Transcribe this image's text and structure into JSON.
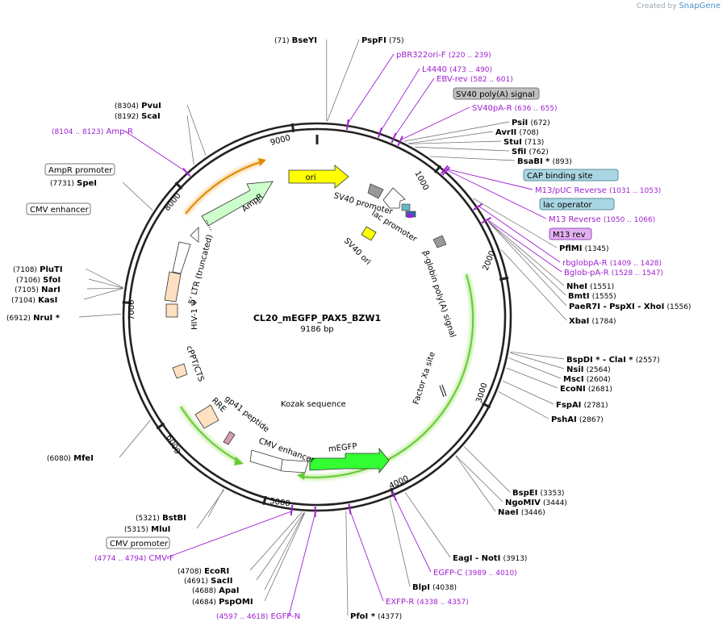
{
  "credit": {
    "prefix": "Created by",
    "brand": "SnapGene"
  },
  "map": {
    "name": "CL20_mEGFP_PAX5_BZW1",
    "length_label": "9186 bp",
    "length_bp": 9186,
    "ticks": [
      {
        "bp": 1000,
        "label": "1000"
      },
      {
        "bp": 2000,
        "label": "2000"
      },
      {
        "bp": 3000,
        "label": "3000"
      },
      {
        "bp": 4000,
        "label": "4000"
      },
      {
        "bp": 5000,
        "label": "5000"
      },
      {
        "bp": 6000,
        "label": "6000"
      },
      {
        "bp": 7000,
        "label": "7000"
      },
      {
        "bp": 8000,
        "label": "8000"
      },
      {
        "bp": 9000,
        "label": "9000"
      }
    ],
    "enzymes": [
      {
        "name": "BseYI",
        "pos": "(71)",
        "bp": 71
      },
      {
        "name": "PspFI",
        "pos": "(75)",
        "bp": 75
      },
      {
        "name": "PsiI",
        "pos": "(672)",
        "bp": 672
      },
      {
        "name": "AvrII",
        "pos": "(708)",
        "bp": 708
      },
      {
        "name": "StuI",
        "pos": "(713)",
        "bp": 713
      },
      {
        "name": "SfiI",
        "pos": "(762)",
        "bp": 762
      },
      {
        "name": "BsaBI *",
        "pos": "(893)",
        "bp": 893
      },
      {
        "name": "PflMI",
        "pos": "(1345)",
        "bp": 1345
      },
      {
        "name": "NheI",
        "pos": "(1551)",
        "bp": 1551
      },
      {
        "name": "BmtI",
        "pos": "(1555)",
        "bp": 1555
      },
      {
        "name": "PaeR7I - PspXI - XhoI",
        "pos": "(1556)",
        "bp": 1556
      },
      {
        "name": "XbaI",
        "pos": "(1784)",
        "bp": 1784
      },
      {
        "name": "BspDI * - ClaI *",
        "pos": "(2557)",
        "bp": 2557
      },
      {
        "name": "NsiI",
        "pos": "(2564)",
        "bp": 2564
      },
      {
        "name": "MscI",
        "pos": "(2604)",
        "bp": 2604
      },
      {
        "name": "EcoNI",
        "pos": "(2681)",
        "bp": 2681
      },
      {
        "name": "FspAI",
        "pos": "(2781)",
        "bp": 2781
      },
      {
        "name": "PshAI",
        "pos": "(2867)",
        "bp": 2867
      },
      {
        "name": "BspEI",
        "pos": "(3353)",
        "bp": 3353
      },
      {
        "name": "NgoMIV",
        "pos": "(3444)",
        "bp": 3444
      },
      {
        "name": "NaeI",
        "pos": "(3446)",
        "bp": 3446
      },
      {
        "name": "EagI - NotI",
        "pos": "(3913)",
        "bp": 3913
      },
      {
        "name": "BlpI",
        "pos": "(4038)",
        "bp": 4038
      },
      {
        "name": "PfoI *",
        "pos": "(4377)",
        "bp": 4377
      },
      {
        "name": "PspOMI",
        "pos": "(4684)",
        "bp": 4684
      },
      {
        "name": "ApaI",
        "pos": "(4688)",
        "bp": 4688
      },
      {
        "name": "SacII",
        "pos": "(4691)",
        "bp": 4691
      },
      {
        "name": "EcoRI",
        "pos": "(4708)",
        "bp": 4708
      },
      {
        "name": "MluI",
        "pos": "(5315)",
        "bp": 5315
      },
      {
        "name": "BstBI",
        "pos": "(5321)",
        "bp": 5321
      },
      {
        "name": "MfeI",
        "pos": "(6080)",
        "bp": 6080
      },
      {
        "name": "NruI *",
        "pos": "(6912)",
        "bp": 6912
      },
      {
        "name": "KasI",
        "pos": "(7104)",
        "bp": 7104
      },
      {
        "name": "NarI",
        "pos": "(7105)",
        "bp": 7105
      },
      {
        "name": "SfoI",
        "pos": "(7106)",
        "bp": 7106
      },
      {
        "name": "PluTI",
        "pos": "(7108)",
        "bp": 7108
      },
      {
        "name": "SpeI",
        "pos": "(7731)",
        "bp": 7731
      },
      {
        "name": "ScaI",
        "pos": "(8192)",
        "bp": 8192
      },
      {
        "name": "PvuI",
        "pos": "(8304)",
        "bp": 8304
      }
    ],
    "primers": [
      {
        "name": "pBR322ori-F",
        "range": "(220 .. 239)",
        "bp": 230
      },
      {
        "name": "L4440",
        "range": "(473 .. 490)",
        "bp": 481
      },
      {
        "name": "EBV-rev",
        "range": "(582 .. 601)",
        "bp": 591
      },
      {
        "name": "SV40pA-R",
        "range": "(636 .. 655)",
        "bp": 645
      },
      {
        "name": "M13/pUC Reverse",
        "range": "(1031 .. 1053)",
        "bp": 1042
      },
      {
        "name": "M13 Reverse",
        "range": "(1050 .. 1066)",
        "bp": 1058
      },
      {
        "name": "rbglobpA-R",
        "range": "(1409 .. 1428)",
        "bp": 1418
      },
      {
        "name": "Bglob-pA-R",
        "range": "(1528 .. 1547)",
        "bp": 1537
      },
      {
        "name": "EGFP-C",
        "range": "(3989 .. 4010)",
        "bp": 3999
      },
      {
        "name": "EXFP-R",
        "range": "(4338 .. 4357)",
        "bp": 4347
      },
      {
        "name": "EGFP-N",
        "range": "(4597 .. 4618)",
        "bp": 4607
      },
      {
        "name": "CMV-F",
        "range": "(4774 .. 4794)",
        "bp": 4784
      },
      {
        "name": "Amp-R",
        "range": "(8104 .. 8123)",
        "bp": 8113
      }
    ],
    "boxed": [
      {
        "name": "SV40 poly(A) signal",
        "style": "gray"
      },
      {
        "name": "CAP binding site",
        "style": "blue"
      },
      {
        "name": "lac operator",
        "style": "blue"
      },
      {
        "name": "M13 rev",
        "style": "purple"
      },
      {
        "name": "CMV promoter",
        "style": "white"
      },
      {
        "name": "AmpR promoter",
        "style": "white"
      },
      {
        "name": "CMV enhancer",
        "style": "white"
      }
    ],
    "features": [
      {
        "name": "ori",
        "color": "#ffff00"
      },
      {
        "name": "AmpR",
        "color": "#ccffcc"
      },
      {
        "name": "mEGFP",
        "color": "#33ff33"
      },
      {
        "name": "SV40 promoter",
        "color": "#ffffff"
      },
      {
        "name": "lac promoter",
        "color": "#ffffff"
      },
      {
        "name": "SV40 ori",
        "color": "#ffff00"
      },
      {
        "name": "β-globin poly(A) signal",
        "color": "#999999"
      },
      {
        "name": "Factor Xa site",
        "color": "#ffffff"
      },
      {
        "name": "Kozak sequence",
        "color": "#ffffff"
      },
      {
        "name": "CMV enhancer",
        "color": "#ffffff"
      },
      {
        "name": "gp41 peptide",
        "color": "#d4a0b0"
      },
      {
        "name": "RRE",
        "color": "#ffe0c0"
      },
      {
        "name": "cPPT/CTS",
        "color": "#ffe0c0"
      },
      {
        "name": "HIV-1 Ψ",
        "color": "#ffe0c0"
      },
      {
        "name": "5' LTR (truncated)",
        "color": "#ffe0c0"
      }
    ],
    "colors": {
      "primer": "#a020d0",
      "enzyme": "#000000",
      "ring": "#222222",
      "orf_glow": "#66cc33",
      "orange_arc": "#e08a00"
    }
  }
}
